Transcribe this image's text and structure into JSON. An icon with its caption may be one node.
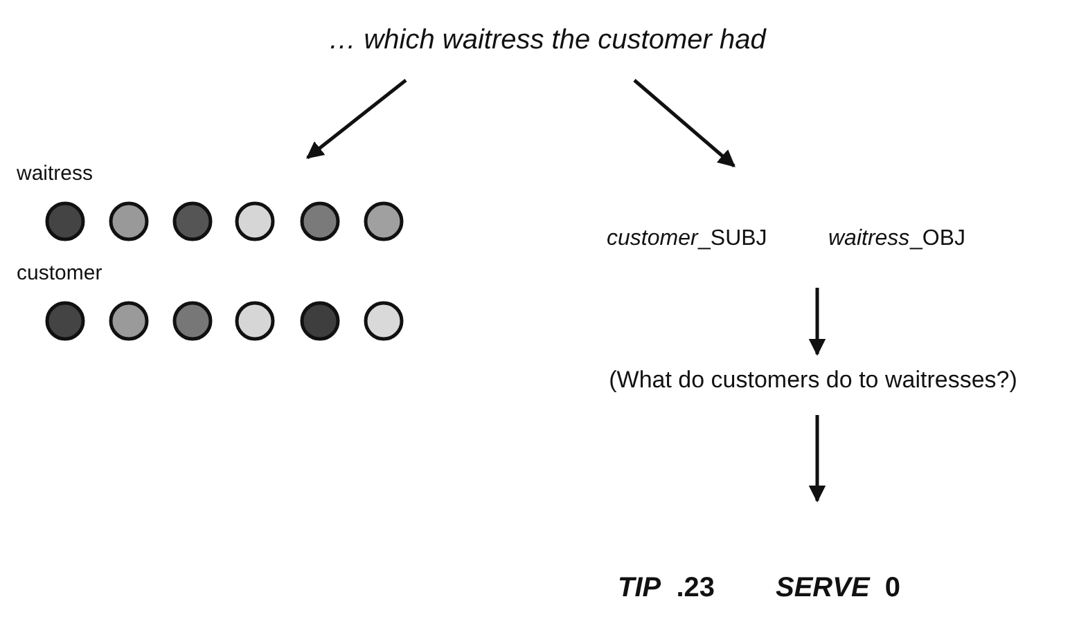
{
  "diagram": {
    "nodes": [
      {
        "text": [
          "… which waitress the customer had"
        ]
      },
      {
        "text": [
          "waitress",
          "customer"
        ]
      },
      {
        "text": [
          "customer",
          "_SUBJ",
          "waitress",
          "_OBJ"
        ]
      },
      {
        "text": [
          "(What do customers do to waitresses?)"
        ]
      },
      {
        "text": [
          "*TIP*  .23",
          "*SERVE*  0"
        ]
      }
    ],
    "edges": [
      {
        "from": 0,
        "to": 1,
        "arrow": "to"
      },
      {
        "from": 0,
        "to": 2,
        "arrow": "to"
      },
      {
        "from": 2,
        "to": 3,
        "arrow": "to"
      },
      {
        "from": 3,
        "to": 4,
        "arrow": "to"
      }
    ]
  }
}
